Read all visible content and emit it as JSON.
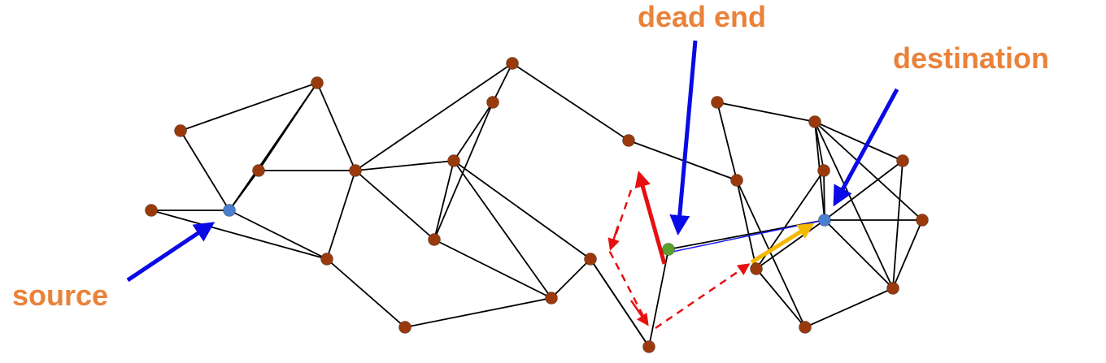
{
  "labels": {
    "dead_end": "dead end",
    "destination": "destination",
    "source": "source"
  },
  "colors": {
    "label": "#e9823a",
    "node": "#9a3a0c",
    "source_node": "#4a7fcf",
    "destination_node": "#4a7fcf",
    "dead_end_node": "#5aa02c",
    "edge": "#000000",
    "pointer_arrow": "#0a0ae6",
    "greedy_link": "#1a1af0",
    "backtrack_arrow": "#e61010",
    "path_dashed": "#e61010",
    "final_hop": "#f5b800"
  },
  "graph": {
    "nodes": [
      {
        "id": "a",
        "kind": "normal"
      },
      {
        "id": "b",
        "kind": "normal"
      },
      {
        "id": "c",
        "kind": "normal"
      },
      {
        "id": "d",
        "kind": "normal"
      },
      {
        "id": "e",
        "kind": "normal"
      },
      {
        "id": "f",
        "kind": "normal"
      },
      {
        "id": "g",
        "kind": "normal"
      },
      {
        "id": "h",
        "kind": "normal"
      },
      {
        "id": "i",
        "kind": "normal"
      },
      {
        "id": "j",
        "kind": "normal"
      },
      {
        "id": "k",
        "kind": "normal"
      },
      {
        "id": "l",
        "kind": "normal"
      },
      {
        "id": "m",
        "kind": "normal"
      },
      {
        "id": "n",
        "kind": "normal"
      },
      {
        "id": "o",
        "kind": "normal"
      },
      {
        "id": "p",
        "kind": "normal"
      },
      {
        "id": "q",
        "kind": "normal"
      },
      {
        "id": "r",
        "kind": "normal"
      },
      {
        "id": "s",
        "kind": "normal"
      },
      {
        "id": "t",
        "kind": "normal"
      },
      {
        "id": "u",
        "kind": "normal"
      },
      {
        "id": "v",
        "kind": "normal"
      },
      {
        "id": "w",
        "kind": "normal"
      },
      {
        "id": "x",
        "kind": "normal"
      },
      {
        "id": "src",
        "kind": "source"
      },
      {
        "id": "de",
        "kind": "dead_end"
      },
      {
        "id": "dst",
        "kind": "destination"
      }
    ],
    "edges": [
      [
        "b",
        "a"
      ],
      [
        "b",
        "src"
      ],
      [
        "b",
        "d"
      ],
      [
        "b",
        "e"
      ],
      [
        "a",
        "src"
      ],
      [
        "src",
        "d"
      ],
      [
        "src",
        "h"
      ],
      [
        "src",
        "g"
      ],
      [
        "g",
        "h"
      ],
      [
        "d",
        "e"
      ],
      [
        "e",
        "c"
      ],
      [
        "e",
        "h"
      ],
      [
        "e",
        "j"
      ],
      [
        "e",
        "i"
      ],
      [
        "h",
        "n"
      ],
      [
        "c",
        "f"
      ],
      [
        "f",
        "i"
      ],
      [
        "f",
        "j"
      ],
      [
        "c",
        "l"
      ],
      [
        "i",
        "j"
      ],
      [
        "i",
        "m"
      ],
      [
        "i",
        "p"
      ],
      [
        "j",
        "m"
      ],
      [
        "m",
        "p"
      ],
      [
        "n",
        "m"
      ],
      [
        "o",
        "de"
      ],
      [
        "o",
        "p"
      ],
      [
        "l",
        "q"
      ],
      [
        "q",
        "u"
      ],
      [
        "q",
        "v"
      ],
      [
        "p",
        "o"
      ],
      [
        "r",
        "dst"
      ],
      [
        "r",
        "x"
      ],
      [
        "r",
        "t"
      ],
      [
        "r",
        "k"
      ],
      [
        "r",
        "w"
      ],
      [
        "k",
        "q"
      ],
      [
        "s",
        "dst"
      ],
      [
        "s",
        "r"
      ],
      [
        "dst",
        "t"
      ],
      [
        "dst",
        "w"
      ],
      [
        "dst",
        "x"
      ],
      [
        "t",
        "w"
      ],
      [
        "x",
        "w"
      ],
      [
        "de",
        "dst"
      ],
      [
        "s",
        "u"
      ],
      [
        "u",
        "v"
      ],
      [
        "u",
        "dst"
      ],
      [
        "v",
        "w"
      ]
    ]
  }
}
